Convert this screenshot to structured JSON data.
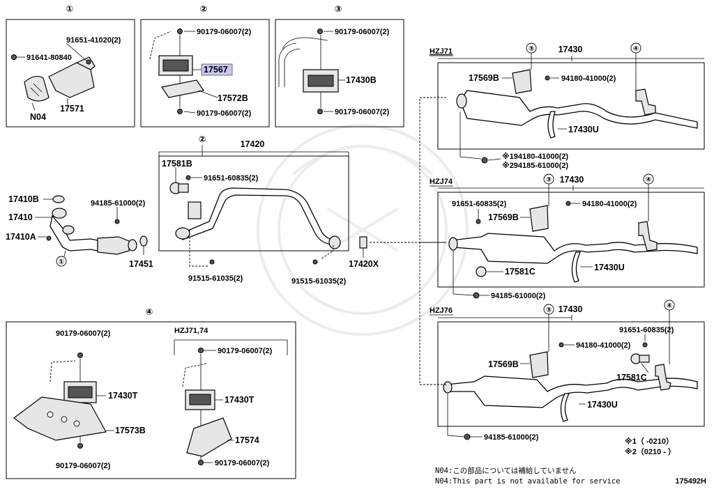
{
  "diagram_id": "175492H",
  "callouts": {
    "c1": "①",
    "c2": "②",
    "c3": "③",
    "c4": "④"
  },
  "box1": {
    "p1": "91651-41020(2)",
    "p2": "91641-80840",
    "p3": "N04",
    "p4": "17571"
  },
  "box2": {
    "p1": "90179-06007(2)",
    "p2": "17567",
    "p3": "17572B",
    "p4": "90179-06007(2)"
  },
  "box3": {
    "p1": "90179-06007(2)",
    "p2": "17430B",
    "p3": "90179-06007(2)"
  },
  "front": {
    "p17420": "17420",
    "p17581B": "17581B",
    "p91651": "91651-60835(2)",
    "p17410B": "17410B",
    "p17410": "17410",
    "p17410A": "17410A",
    "p94185": "94185-61000(2)",
    "p17451": "17451",
    "p17420X": "17420X",
    "p91515a": "91515-61035(2)",
    "p91515b": "91515-61035(2)"
  },
  "box4": {
    "p1": "90179-06007(2)",
    "p2": "17430T",
    "p3": "17573B",
    "p4": "90179-06007(2)",
    "sub_title": "HZJ71,74",
    "s1": "90179-06007(2)",
    "s2": "17430T",
    "s3": "17574",
    "s4": "90179-06007(2)"
  },
  "hzj71": {
    "title": "HZJ71",
    "p17430": "17430",
    "p17569B": "17569B",
    "p94180": "94180-41000(2)",
    "p17430U": "17430U",
    "note1": "※194180-41000(2)",
    "note2": "※294185-61000(2)"
  },
  "hzj74": {
    "title": "HZJ74",
    "p17430": "17430",
    "p91651": "91651-60835(2)",
    "p94180": "94180-41000(2)",
    "p17569B": "17569B",
    "p17581C": "17581C",
    "p17430U": "17430U",
    "p94185": "94185-61000(2)"
  },
  "hzj76": {
    "title": "HZJ76",
    "p17430": "17430",
    "p91651": "91651-60835(2)",
    "p94180": "94180-41000(2)",
    "p17569B": "17569B",
    "p17581C": "17581C",
    "p17430U": "17430U",
    "p94185": "94185-61000(2)"
  },
  "legend": {
    "l1": "※1（      -0210）",
    "l2": "※2（0210  -      ）",
    "n1": "N04:この部品については補給していません",
    "n2": "N04:This part is not available for service"
  }
}
